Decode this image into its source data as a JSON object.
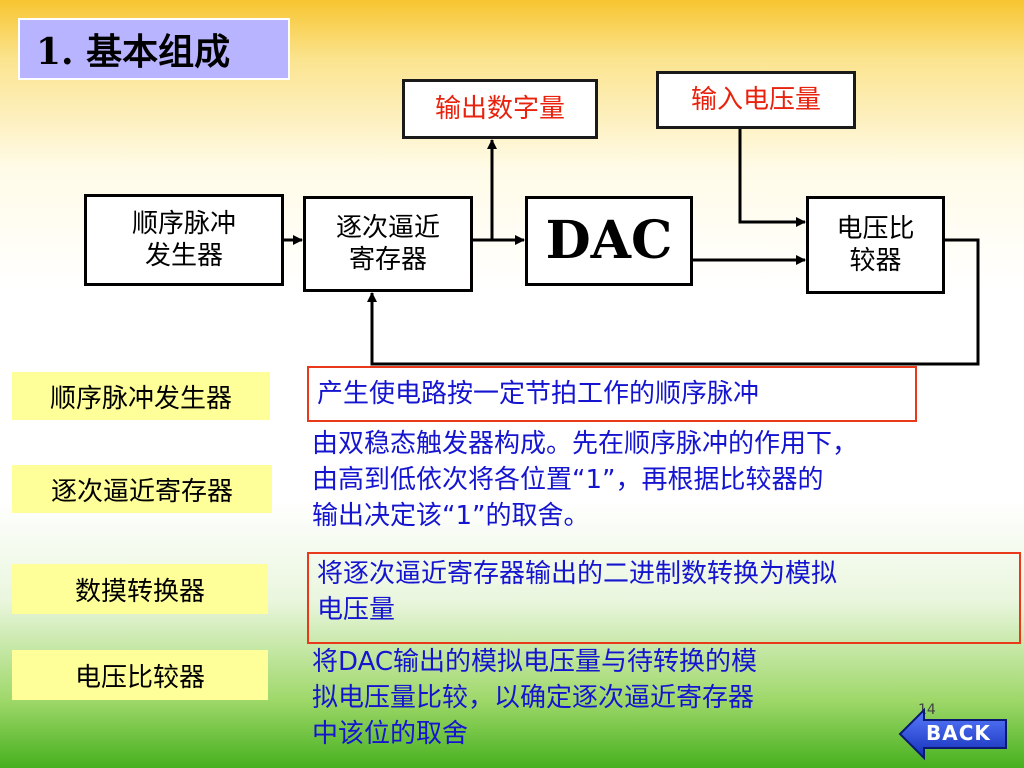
{
  "slide": {
    "title": "1.  基本组成",
    "page_number": "14"
  },
  "diagram": {
    "pulse_generator": [
      "顺序脉冲",
      "发生器"
    ],
    "sar": [
      "逐次逼近",
      "寄存器"
    ],
    "dac": "DAC",
    "comparator": [
      "电压比",
      "较器"
    ],
    "digital_output": "输出数字量",
    "voltage_input": "输入电压量"
  },
  "components": [
    {
      "label": "顺序脉冲发生器",
      "desc": [
        "产生使电路按一定节拍工作的顺序脉冲"
      ]
    },
    {
      "label": "逐次逼近寄存器",
      "desc": [
        "由双稳态触发器构成。先在顺序脉冲的作用下，",
        "由高到低依次将各位置“1”，再根据比较器的",
        "输出决定该“1”的取舍。"
      ]
    },
    {
      "label": "数摸转换器",
      "desc": [
        "将逐次逼近寄存器输出的二进制数转换为模拟",
        "电压量"
      ]
    },
    {
      "label": "电压比较器",
      "desc": [
        "将DAC输出的模拟电压量与待转换的模",
        "拟电压量比较，以确定逐次逼近寄存器",
        "中该位的取舍"
      ]
    }
  ],
  "nav": {
    "back_label": "BACK"
  },
  "colors": {
    "title_bg": "#b9b4ff",
    "label_bg": "#ffff99",
    "desc_text": "#1515d0",
    "red_text": "#e8220d",
    "back_button": "#1e3fd8"
  }
}
